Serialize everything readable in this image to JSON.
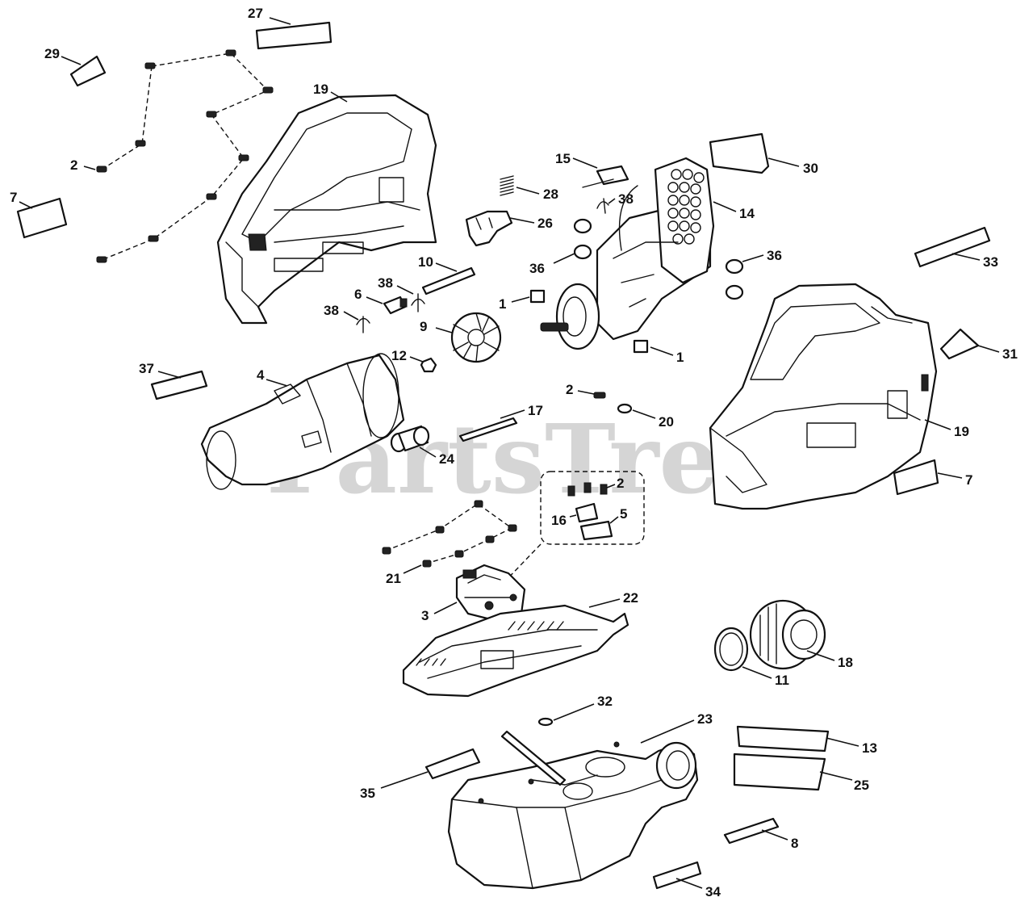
{
  "watermark": {
    "text": "PartsTree",
    "mark": "™"
  },
  "callouts": {
    "c27": "27",
    "c29": "29",
    "c19a": "19",
    "c2a": "2",
    "c7a": "7",
    "c15": "15",
    "c28": "28",
    "c38a": "38",
    "c30": "30",
    "c14": "14",
    "c26": "26",
    "c36a": "36",
    "c36b": "36",
    "c10": "10",
    "c33": "33",
    "c38b": "38",
    "c6": "6",
    "c1a": "1",
    "c38c": "38",
    "c9": "9",
    "c1b": "1",
    "c31": "31",
    "c37": "37",
    "c12": "12",
    "c4": "4",
    "c2b": "2",
    "c20": "20",
    "c17": "17",
    "c19b": "19",
    "c24": "24",
    "c7b": "7",
    "c2c": "2",
    "c16": "16",
    "c5": "5",
    "c21": "21",
    "c22": "22",
    "c3": "3",
    "c18": "18",
    "c11": "11",
    "c32": "32",
    "c23": "23",
    "c13": "13",
    "c25": "25",
    "c35": "35",
    "c8": "8",
    "c34": "34"
  }
}
